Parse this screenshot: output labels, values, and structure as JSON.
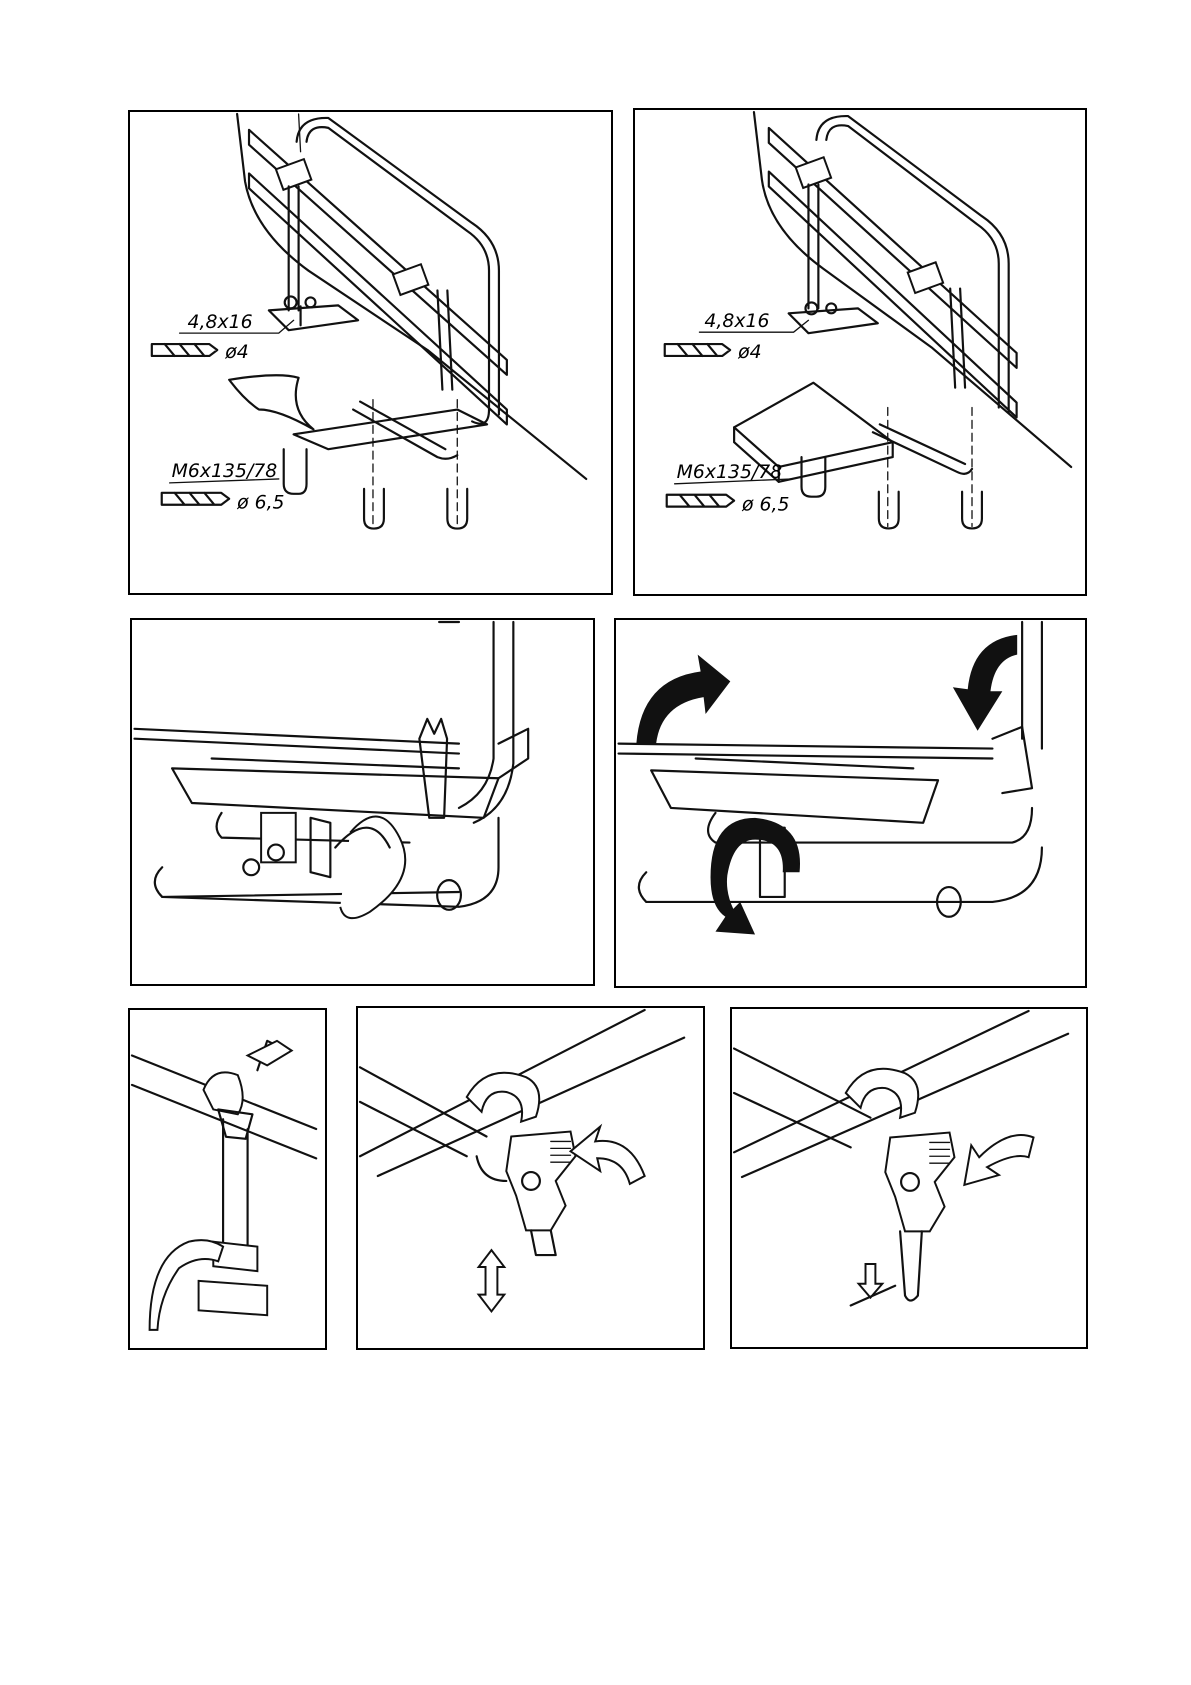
{
  "panels": [
    {
      "id": "fig1",
      "labels": {
        "screw": "4,8x16",
        "drill_small": "ø4",
        "bolt": "M6x135/78",
        "drill_large": "ø 6,5"
      }
    },
    {
      "id": "fig2",
      "labels": {
        "screw": "4,8x16",
        "drill_small": "ø4",
        "bolt": "M6x135/78",
        "drill_large": "ø 6,5"
      }
    },
    {
      "id": "fig3"
    },
    {
      "id": "fig4"
    },
    {
      "id": "fig5"
    },
    {
      "id": "fig6"
    },
    {
      "id": "fig7"
    }
  ],
  "colors": {
    "ink": "#111111",
    "paper": "#ffffff"
  }
}
